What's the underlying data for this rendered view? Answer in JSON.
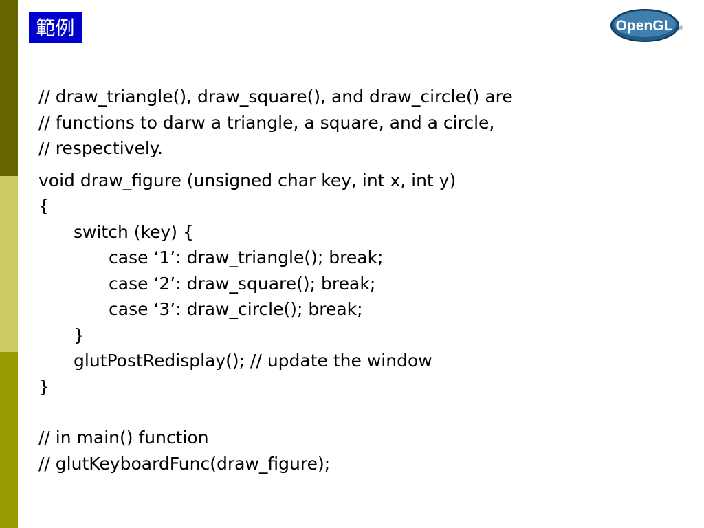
{
  "title": "範例",
  "logo": {
    "text": "OpenGL",
    "mark": "®"
  },
  "code": {
    "comment_lines": [
      "// draw_triangle(), draw_square(), and draw_circle() are",
      "// functions to darw a triangle, a square, and a circle,",
      "// respectively."
    ],
    "function_lines": [
      "void draw_figure (unsigned char key, int x, int y)",
      "{",
      "switch (key) {",
      "case ‘1’: draw_triangle(); break;",
      "case ‘2’: draw_square(); break;",
      "case ‘3’: draw_circle(); break;",
      "}",
      "glutPostRedisplay(); // update the window",
      "}"
    ],
    "main_lines": [
      "// in main() function",
      "// glutKeyboardFunc(draw_figure);"
    ]
  },
  "colors": {
    "title_bg": "#0000CC",
    "sidebar_top": "#666600",
    "sidebar_middle": "#CCCC66",
    "sidebar_bottom": "#999900",
    "logo_blue": "#1F5C88"
  }
}
